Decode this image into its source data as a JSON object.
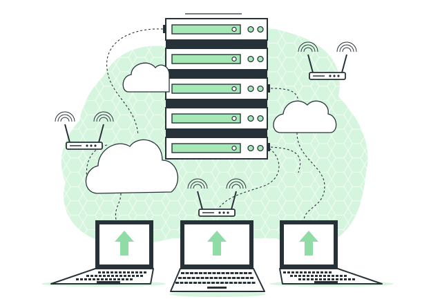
{
  "colors": {
    "ink": "#263238",
    "accent": "#a6e8b6",
    "accent_light": "#d6f5de",
    "accent_strong": "#8fdca6",
    "white": "#ffffff"
  },
  "illustration": {
    "server_rack": {
      "units": 5,
      "icon": "server-rack-icon"
    },
    "clouds": {
      "count": 3,
      "icon": "cloud-icon"
    },
    "routers": {
      "count": 3,
      "icon": "wifi-router-icon"
    },
    "laptops": {
      "count": 3,
      "icon": "laptop-icon",
      "screen_icon": "upload-arrow-icon"
    }
  }
}
